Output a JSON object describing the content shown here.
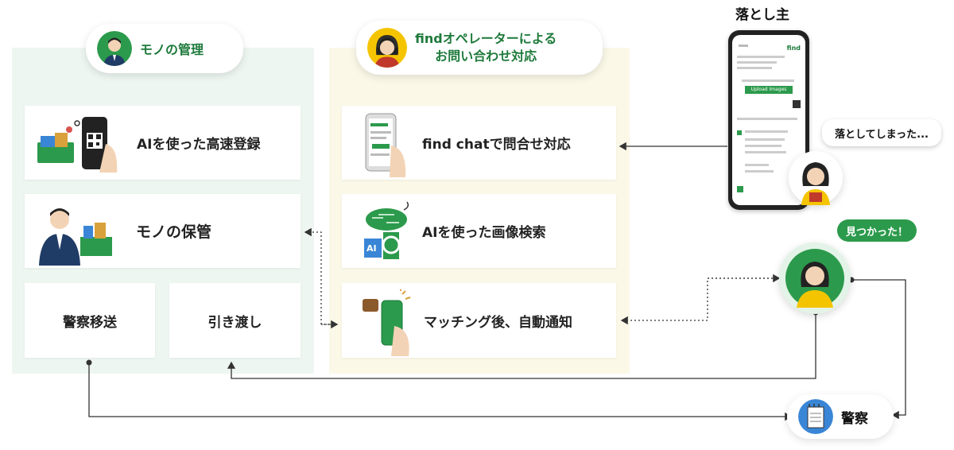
{
  "left_group": {
    "title": "モノの管理"
  },
  "middle_group": {
    "title_line1": "findオペレーターによる",
    "title_line2": "お問い合わせ対応"
  },
  "cards": {
    "ai_register": "AIを使った高速登録",
    "storage": "モノの保管",
    "police_transfer": "警察移送",
    "handover": "引き渡し",
    "find_chat": "find chatで問合せ対応",
    "ai_image_search": "AIを使った画像検索",
    "auto_notify": "マッチング後、自動通知"
  },
  "owner": {
    "title": "落とし主",
    "bubble_lost": "落としてしまった...",
    "bubble_found": "見つかった！"
  },
  "police": {
    "label": "警察"
  },
  "phone_screen": {
    "brand": "find",
    "button": "Upload Images",
    "ai_badge": "AI"
  },
  "colors": {
    "green": "#1e9e4a",
    "dark_green": "#1e7a3b",
    "panel_left": "#eef6f1",
    "panel_mid": "#fbf8e8"
  }
}
